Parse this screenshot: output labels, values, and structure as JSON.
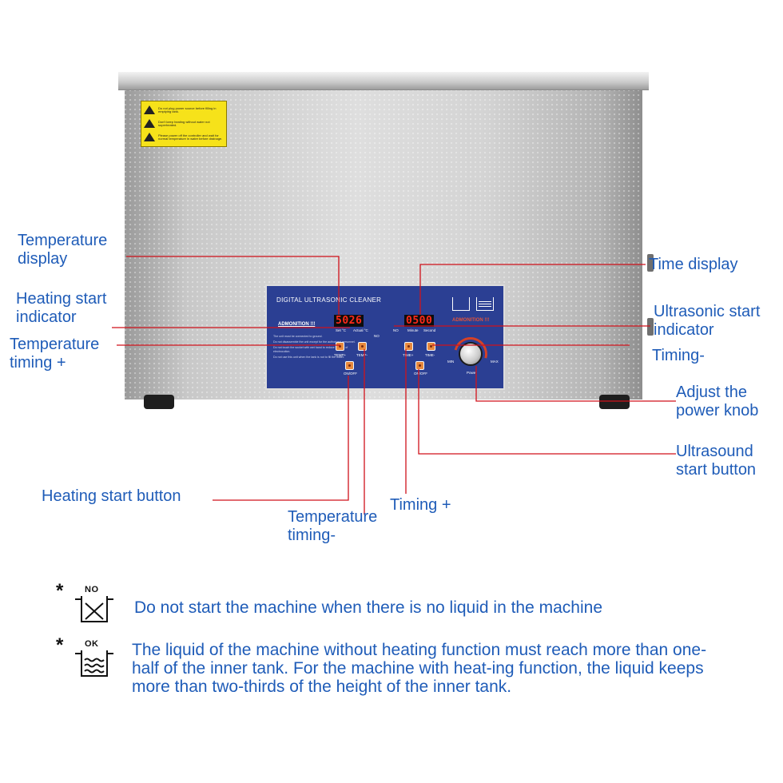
{
  "colors": {
    "label_blue": "#1f5cb8",
    "leader_red": "#d0121b",
    "panel_blue": "#2b3f93",
    "led_red": "#ff2a1a"
  },
  "panel": {
    "title": "DIGITAL ULTRASONIC CLEANER",
    "admonition_left": "ADMONITION !!!",
    "admonition_right": "ADMONITION !!!",
    "notes": [
      "The unit must be connected to ground.",
      "Do not disassemble the unit except for the authorized personnel.",
      "Do not touch the socket with wet hand to reduce the risk of electrocution.",
      "Do not use this unit when the tank is not to fill the water."
    ],
    "temp_led": "5026",
    "time_led": "0500",
    "set_c": "Set °C",
    "actual_c": "Actual °C",
    "minute": "Minute",
    "second": "Second",
    "no_label": "NO",
    "temp_plus": "TEMP+",
    "temp_minus": "TEMP-",
    "time_plus": "TIME+",
    "time_minus": "TIME-",
    "onoff_heat": "ON/OFF",
    "onoff_us": "ON/OFF",
    "knob_min": "MIN",
    "knob_max": "MAX",
    "knob_power": "Power"
  },
  "warning_label": {
    "lines": [
      "Do not plug power source before filling in emptying tank.",
      "Don't keep heating without water not superheated.",
      "Please power off the controller and wait for normal temperature in water before drainage."
    ]
  },
  "callouts": {
    "temperature_display": "Temperature\ndisplay",
    "heating_start_indicator": "Heating start\nindicator",
    "temperature_timing_plus": "Temperature\ntiming +",
    "heating_start_button": "Heating start button",
    "temperature_timing_minus": "Temperature\ntiming-",
    "timing_plus": "Timing +",
    "time_display": "Time display",
    "ultrasonic_start_indicator": "Ultrasonic start\nindicator",
    "timing_minus": "Timing-",
    "adjust_power_knob": "Adjust the\npower knob",
    "ultrasound_start_button": "Ultrasound\nstart button"
  },
  "notes": [
    {
      "icon": "no-liquid-icon",
      "tag": "NO",
      "text": "Do not start the machine when there is no liquid in the machine"
    },
    {
      "icon": "ok-liquid-icon",
      "tag": "OK",
      "text": "The liquid of the machine without heating function must reach more than one-half of the inner tank. For the machine with heat-ing function, the liquid keeps more than two-thirds of the height of the inner tank."
    }
  ]
}
